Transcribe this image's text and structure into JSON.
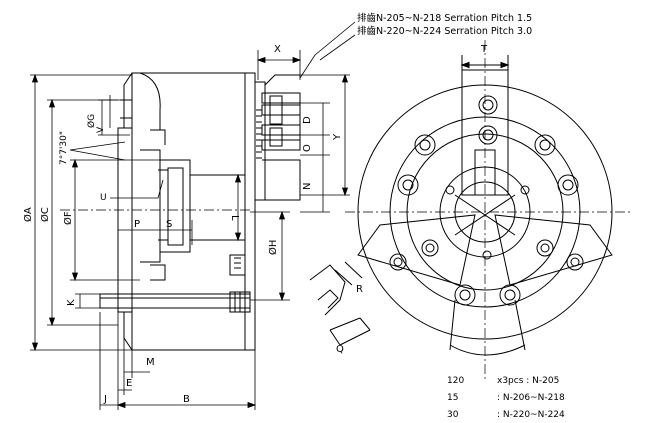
{
  "notes": {
    "line1": "排齒N-205~N-218 Serration Pitch 1.5",
    "line2": "排齒N-220~N-224 Serration Pitch 3.0"
  },
  "dimensions": {
    "x": "X",
    "t": "T",
    "d": "D",
    "y": "Y",
    "o": "O",
    "n": "N",
    "g": "ØG",
    "v": "V",
    "a": "ØA",
    "c": "ØC",
    "angle": "7°7'30\"",
    "f": "ØF",
    "u": "U",
    "p": "P",
    "s": "S",
    "l": "L",
    "h": "ØH",
    "k": "K",
    "m": "M",
    "e": "E",
    "j": "J",
    "b": "B",
    "r": "R",
    "q": "Q"
  },
  "angle_table": [
    {
      "angle": "120",
      "models": "x3pcs : N-205"
    },
    {
      "angle": "15",
      "models": ": N-206~N-218"
    },
    {
      "angle": "30",
      "models": ": N-220~N-224"
    }
  ]
}
